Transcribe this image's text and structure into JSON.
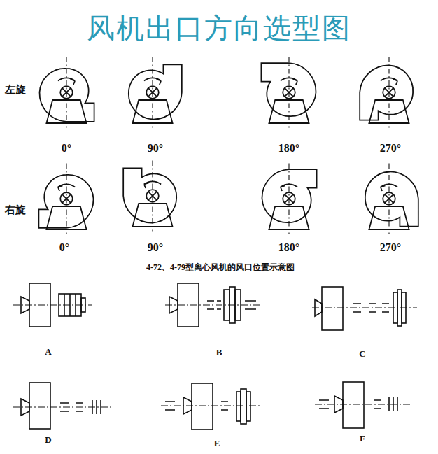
{
  "diagram": {
    "title": "风机出口方向选型图",
    "caption": "4-72、4-79型离心风机的风口位置示意图",
    "labels": [
      "左旋",
      "0°",
      "90°",
      "180°",
      "270°",
      "右旋",
      "0°",
      "90°",
      "180°",
      "270°",
      "A",
      "B",
      "C",
      "D",
      "E",
      "F"
    ]
  }
}
